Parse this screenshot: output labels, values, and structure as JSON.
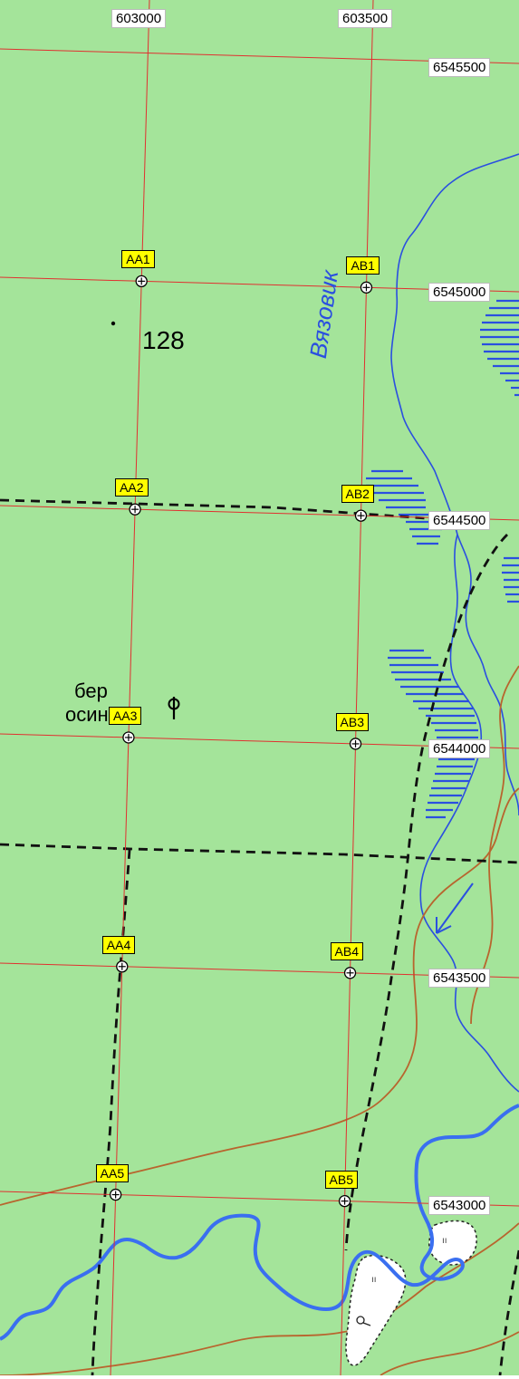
{
  "grid": {
    "easting_labels": [
      "603000",
      "603500"
    ],
    "northing_labels": [
      "6545500",
      "6545000",
      "6544500",
      "6544000",
      "6543500",
      "6543000"
    ]
  },
  "points": [
    {
      "id": "AA1",
      "col": 0,
      "row": 1
    },
    {
      "id": "AB1",
      "col": 1,
      "row": 1
    },
    {
      "id": "AA2",
      "col": 0,
      "row": 2
    },
    {
      "id": "AB2",
      "col": 1,
      "row": 2
    },
    {
      "id": "AA3",
      "col": 0,
      "row": 3
    },
    {
      "id": "AB3",
      "col": 1,
      "row": 3
    },
    {
      "id": "AA4",
      "col": 0,
      "row": 4
    },
    {
      "id": "AB4",
      "col": 1,
      "row": 4
    },
    {
      "id": "AA5",
      "col": 0,
      "row": 5
    },
    {
      "id": "AB5",
      "col": 1,
      "row": 5
    }
  ],
  "map_labels": {
    "height": "128",
    "forest_line1": "бер",
    "forest_line2": "осина",
    "river_name": "Вязовик"
  },
  "colors": {
    "background": "#a4e49a",
    "grid": "#e03030",
    "water": "#2a4fe0",
    "river_thick": "#3a6ff0",
    "contour": "#b8652e",
    "road": "#111111",
    "label_bg": "#ffff00",
    "clearing": "#ffffff"
  }
}
